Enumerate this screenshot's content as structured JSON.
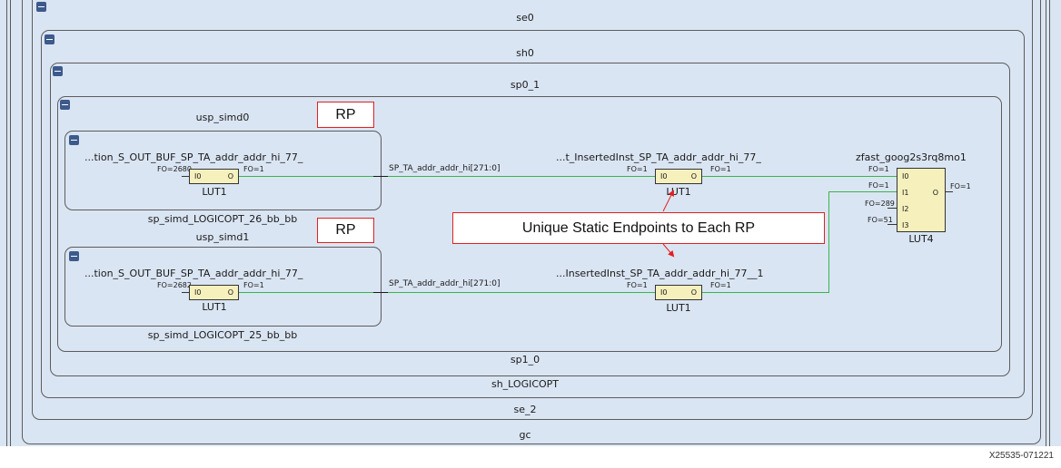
{
  "hierarchy": {
    "se0": "se0",
    "sh0": "sh0",
    "sp0_1": "sp0_1",
    "usp_simd0": "usp_simd0",
    "usp_simd1": "usp_simd1",
    "sp_simd_26": "sp_simd_LOGICOPT_26_bb_bb",
    "sp_simd_25": "sp_simd_LOGICOPT_25_bb_bb",
    "sp1_0": "sp1_0",
    "sh_logicopt": "sh_LOGICOPT",
    "se_2": "se_2",
    "gc": "gc"
  },
  "cells": {
    "top_src": {
      "name": "...tion_S_OUT_BUF_SP_TA_addr_addr_hi_77_",
      "fo_in": "FO=2680",
      "fo_out": "FO=1",
      "pin_in": "I0",
      "pin_out": "O",
      "type": "LUT1"
    },
    "bot_src": {
      "name": "...tion_S_OUT_BUF_SP_TA_addr_addr_hi_77_",
      "fo_in": "FO=2682",
      "fo_out": "FO=1",
      "pin_in": "I0",
      "pin_out": "O",
      "type": "LUT1"
    },
    "top_mid": {
      "name": "...t_InsertedInst_SP_TA_addr_addr_hi_77_",
      "fo_in": "FO=1",
      "fo_out": "FO=1",
      "pin_in": "I0",
      "pin_out": "O",
      "type": "LUT1"
    },
    "bot_mid": {
      "name": "...InsertedInst_SP_TA_addr_addr_hi_77__1",
      "fo_in": "FO=1",
      "fo_out": "FO=1",
      "pin_in": "I0",
      "pin_out": "O",
      "type": "LUT1"
    },
    "lut4": {
      "name": "zfast_goog2s3rq8mo1",
      "pins": [
        "I0",
        "I1",
        "I2",
        "I3"
      ],
      "fos": [
        "FO=1",
        "FO=1",
        "FO=289",
        "FO=51"
      ],
      "pin_out": "O",
      "fo_out": "FO=1",
      "type": "LUT4"
    }
  },
  "nets": {
    "top": "SP_TA_addr_addr_hi[271:0]",
    "bottom": "SP_TA_addr_addr_hi[271:0]"
  },
  "annotations": {
    "rp_top": "RP",
    "rp_bottom": "RP",
    "callout": "Unique Static Endpoints to Each RP"
  },
  "colors": {
    "background": "#dae5f3",
    "lut_fill": "#f6f0bd",
    "wire": "#39b54a",
    "annotation_border": "#e02020",
    "collapse_button": "#3d5a8c"
  },
  "icons": {
    "collapse": "minus-square-icon"
  },
  "footer": "X25535-071221"
}
